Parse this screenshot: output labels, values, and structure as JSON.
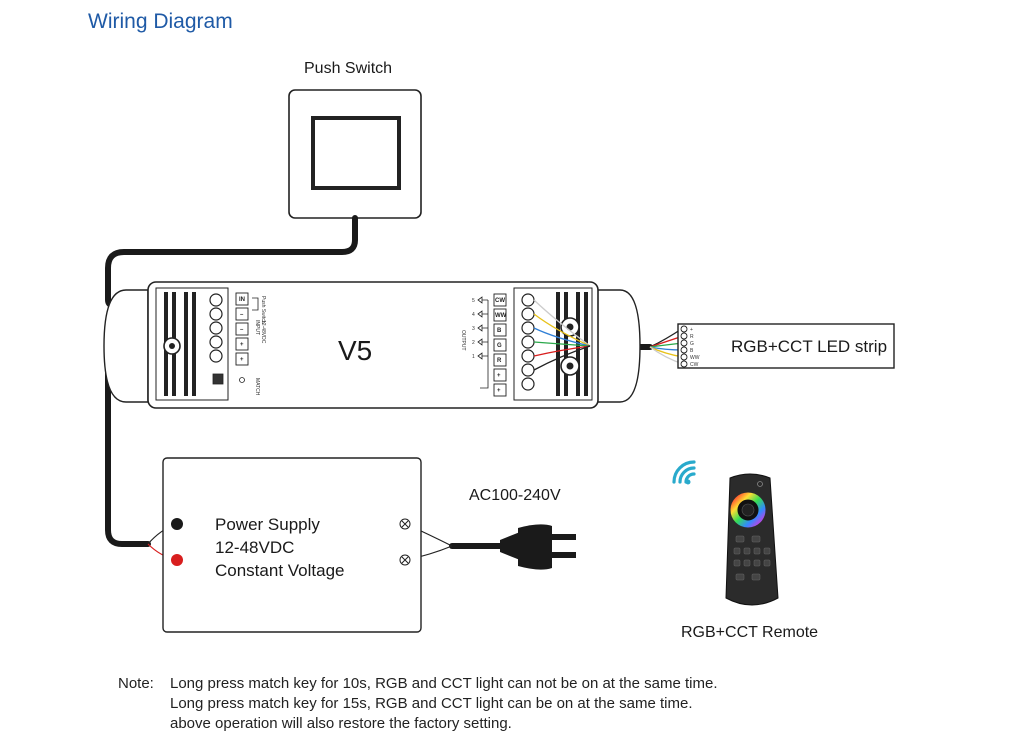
{
  "title": "Wiring Diagram",
  "push_switch": {
    "label": "Push Switch"
  },
  "controller": {
    "model": "V5",
    "input_block_label": "INPUT",
    "input_voltage": "12-48VDC",
    "input_terminals": [
      "IN",
      "–",
      "–",
      "+",
      "+"
    ],
    "switch_label": "Push Switch",
    "match_label": "MATCH",
    "output_block_label": "OUTPUT",
    "output_terminals": [
      "CW",
      "WW",
      "B",
      "G",
      "R",
      "+",
      "+"
    ],
    "output_channel_numbers": [
      "5",
      "4",
      "3",
      "2",
      "1"
    ]
  },
  "led_strip": {
    "label": "RGB+CCT LED strip",
    "pins": [
      "+",
      "R",
      "G",
      "B",
      "WW",
      "CW"
    ]
  },
  "power_supply": {
    "lines": [
      "Power Supply",
      "12-48VDC",
      "Constant Voltage"
    ]
  },
  "mains": {
    "label": "AC100-240V"
  },
  "remote": {
    "label": "RGB+CCT Remote"
  },
  "note": {
    "heading": "Note:",
    "lines": [
      "Long press match key for 10s, RGB and CCT light can not be on at the same time.",
      "Long press match key for 15s, RGB and CCT light can be on at the same time.",
      "above operation will also restore the factory setting."
    ]
  },
  "colors": {
    "title": "#1f5aa6",
    "wire_red": "#d81e1e",
    "wire_green": "#2aa84a",
    "wire_blue": "#2f7fd6",
    "wire_yellow": "#e8c21a",
    "cable": "#1a1a1a"
  }
}
